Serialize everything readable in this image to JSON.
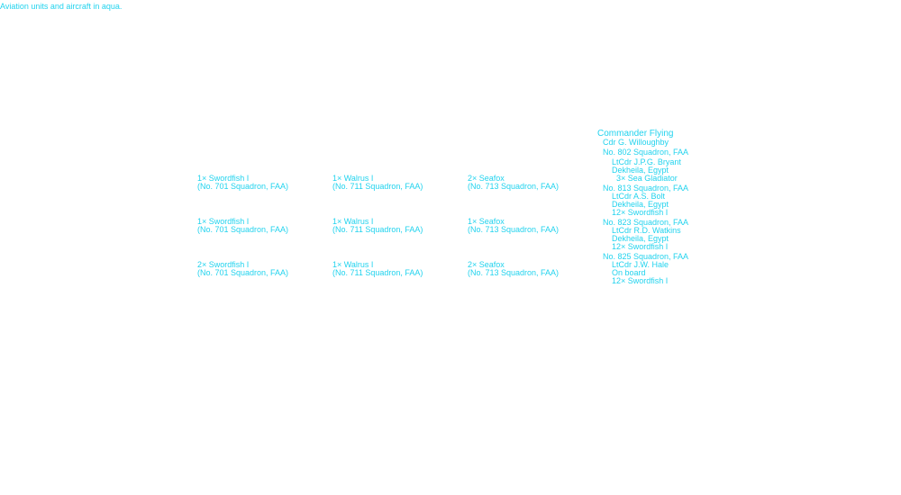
{
  "caption": "Aviation units and aircraft in aqua.",
  "grid": {
    "rows": [
      [
        {
          "aircraft": "1× Swordfish I",
          "unit": "(No. 701 Squadron, FAA)"
        },
        {
          "aircraft": "1× Walrus I",
          "unit": "(No. 711 Squadron, FAA)"
        },
        {
          "aircraft": "2× Seafox",
          "unit": "(No. 713 Squadron, FAA)"
        }
      ],
      [
        {
          "aircraft": "1× Swordfish I",
          "unit": "(No. 701 Squadron, FAA)"
        },
        {
          "aircraft": "1× Walrus I",
          "unit": "(No. 711 Squadron, FAA)"
        },
        {
          "aircraft": "1× Seafox",
          "unit": "(No. 713 Squadron, FAA)"
        }
      ],
      [
        {
          "aircraft": "2× Swordfish I",
          "unit": "(No. 701 Squadron, FAA)"
        },
        {
          "aircraft": "1× Walrus I",
          "unit": "(No. 711 Squadron, FAA)"
        },
        {
          "aircraft": "2× Seafox",
          "unit": "(No. 713 Squadron, FAA)"
        }
      ]
    ]
  },
  "commander": {
    "title": "Commander Flying",
    "name": "Cdr  G. Willoughby",
    "squadrons": [
      {
        "unit": "No. 802 Squadron, FAA",
        "cdr": "LtCdr  J.P.G. Bryant",
        "base": "Dekheila, Egypt",
        "aircraft": "3× Sea Gladiator"
      },
      {
        "unit": "No. 813 Squadron, FAA",
        "cdr": "LtCdr  A.S. Bolt",
        "base": "Dekheila, Egypt",
        "aircraft": "12× Swordfish I"
      },
      {
        "unit": "No. 823 Squadron, FAA",
        "cdr": "LtCdr  R.D. Watkins",
        "base": "Dekheila, Egypt",
        "aircraft": "12× Swordfish I"
      },
      {
        "unit": "No. 825 Squadron, FAA",
        "cdr": "LtCdr  J.W. Hale",
        "base": "On board",
        "aircraft": "12× Swordfish I"
      }
    ]
  }
}
